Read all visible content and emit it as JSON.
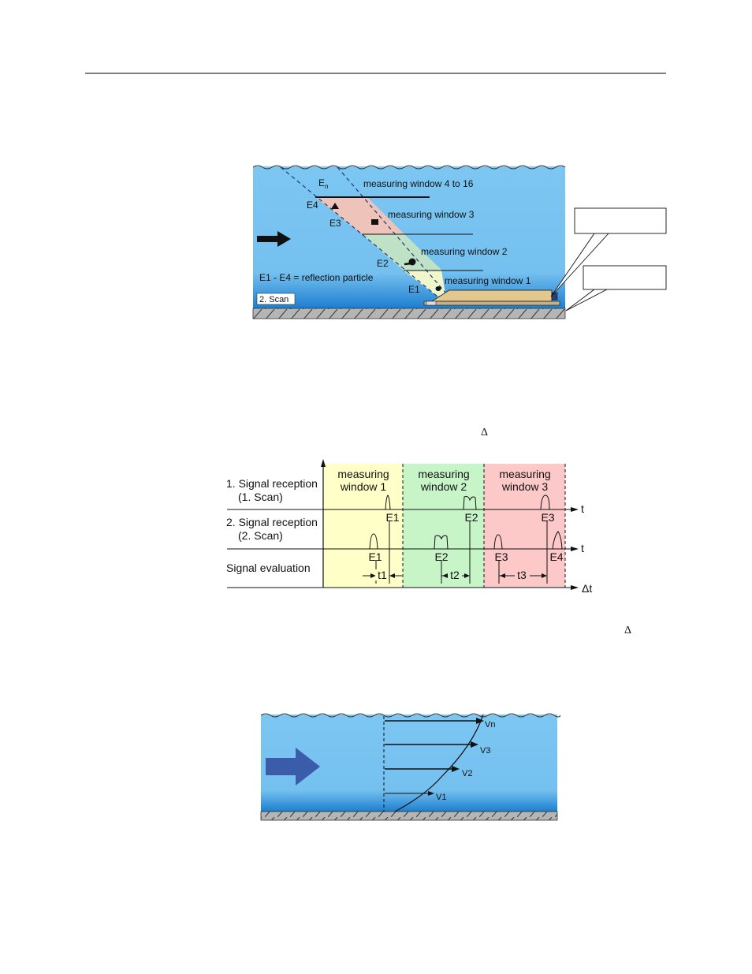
{
  "figure1": {
    "en_label": "E",
    "en_sub": "n",
    "window_labels": [
      "measuring window 4 to 16",
      "measuring window 3",
      "measuring window 2",
      "measuring window 1"
    ],
    "echo_labels": [
      "E4",
      "E3",
      "E2",
      "E1"
    ],
    "legend": "E1 - E4 = reflection particle",
    "scan_label": "2. Scan"
  },
  "delta_symbol": "Δ",
  "figure2": {
    "windows": [
      {
        "line1": "measuring",
        "line2": "window 1",
        "color": "#ffffc8"
      },
      {
        "line1": "measuring",
        "line2": "window 2",
        "color": "#c8f5c8"
      },
      {
        "line1": "measuring",
        "line2": "window 3",
        "color": "#fcc8c8"
      }
    ],
    "row1": {
      "line1": "1. Signal reception",
      "line2": "(1. Scan)"
    },
    "row2": {
      "line1": "2. Signal reception",
      "line2": "(2. Scan)"
    },
    "row3": "Signal evaluation",
    "axis_t": "t",
    "axis_dt": "Δt",
    "row1_echoes": [
      "E1",
      "E2",
      "E3"
    ],
    "row2_echoes": [
      "E1",
      "E2",
      "E3",
      "E4"
    ],
    "intervals": [
      "t1",
      "t2",
      "t3"
    ]
  },
  "figure3": {
    "velocity_labels": [
      "Vn",
      "V3",
      "V2",
      "V1"
    ]
  },
  "colors": {
    "water_top": "#7cc6f2",
    "water_bottom": "#1d7fd0",
    "arrow_fig3": "#3b5ca8",
    "sensor": "#e2c88f"
  }
}
